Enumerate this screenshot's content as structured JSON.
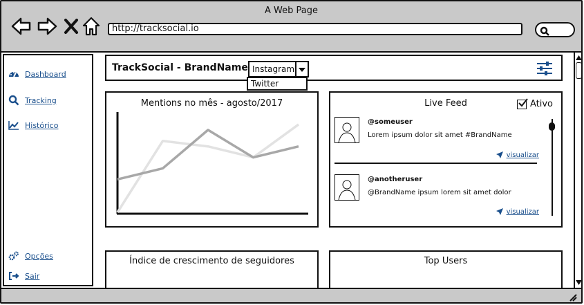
{
  "window": {
    "title": "A Web Page",
    "url": "http://tracksocial.io"
  },
  "sidebar": {
    "items": [
      {
        "label": "Dashboard",
        "icon": "dashboard-icon"
      },
      {
        "label": "Tracking",
        "icon": "search-icon"
      },
      {
        "label": "Histórico",
        "icon": "line-chart-icon"
      }
    ],
    "bottom_items": [
      {
        "label": "Opções",
        "icon": "gears-icon"
      },
      {
        "label": "Sair",
        "icon": "sign-out-icon"
      }
    ]
  },
  "header": {
    "title": "TrackSocial - BrandName",
    "selected_network": "Instagram",
    "dropdown_options": [
      "Twitter"
    ]
  },
  "mentions_panel": {
    "title": "Mentions no mês - agosto/2017"
  },
  "live_feed": {
    "title": "Live Feed",
    "active_label": "Ativo",
    "active_checked": true,
    "items": [
      {
        "user": "@someuser",
        "text": "Lorem ipsum dolor sit amet #BrandName",
        "link": "visualizar"
      },
      {
        "user": "@anotheruser",
        "text": "@BrandName ipsum lorem sit amet dolor",
        "link": "visualizar"
      }
    ]
  },
  "growth_panel": {
    "title": "Índice de crescimento de seguidores"
  },
  "top_users_panel": {
    "title": "Top Users"
  },
  "chart_data": {
    "type": "line",
    "title": "Mentions no mês - agosto/2017",
    "x": [
      0,
      1,
      2,
      3,
      4
    ],
    "series": [
      {
        "values": [
          3,
          4,
          7.5,
          5,
          6
        ],
        "color": "#a8a8a8"
      },
      {
        "values": [
          0,
          6.5,
          6,
          5,
          8
        ],
        "color": "#e2e2e2"
      }
    ],
    "grid": false
  },
  "colors": {
    "link": "#1a4f8c",
    "chrome": "#c9c9c9"
  }
}
